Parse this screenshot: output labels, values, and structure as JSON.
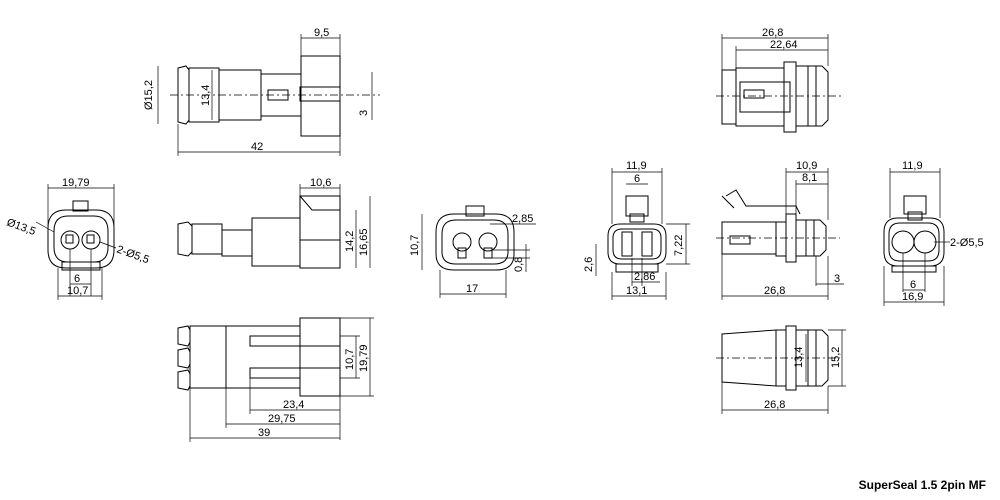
{
  "caption": "SuperSeal 1.5 2pin MF",
  "dimensions": {
    "d1_width": "9,5",
    "d1_diameter": "Ø15,2",
    "d1_height": "13,4",
    "d1_length": "42",
    "d1_offset": "3",
    "d2_width": "19,79",
    "d2_diameter": "Ø13,5",
    "d2_holes": "2-Ø5,5",
    "d2_pitch": "6",
    "d2_span": "10,7",
    "d3_depth": "10,6",
    "d3_h1": "14,2",
    "d3_h2": "16,65",
    "d4_height": "10,7",
    "d4_width": "17",
    "d4_a": "2,85",
    "d4_b": "0,8",
    "d5_width": "11,9",
    "d5_pitch": "6",
    "d5_h": "7,22",
    "d5_c": "2,6",
    "d5_d": "2,86",
    "d5_e": "13,1",
    "d6_top1": "26,8",
    "d6_top2": "22,64",
    "d7_a": "10,9",
    "d7_b": "8,1",
    "d7_len": "26,8",
    "d7_off": "3",
    "d8_width": "11,9",
    "d8_holes": "2-Ø5,5",
    "d8_pitch": "6",
    "d8_span": "16,9",
    "d9_h1": "10,7",
    "d9_h2": "19,79",
    "d9_l1": "23,4",
    "d9_l2": "29,75",
    "d9_l3": "39",
    "d10_h1": "13,4",
    "d10_h2": "15,2",
    "d10_len": "26,8"
  }
}
